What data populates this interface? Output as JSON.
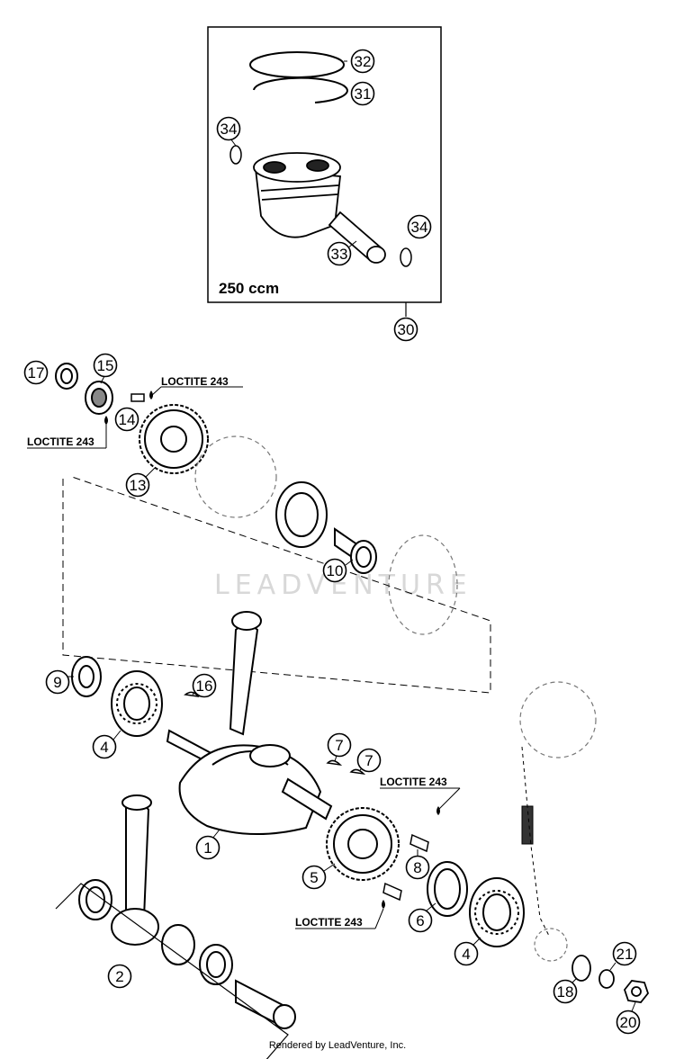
{
  "piston_box": {
    "label": "250 ccm",
    "callout": "30"
  },
  "watermark": "LEADVENTURE",
  "footer": "Rendered by LeadVenture, Inc.",
  "loctite": [
    "LOCTITE 243",
    "LOCTITE 243",
    "LOCTITE 243",
    "LOCTITE 243"
  ],
  "callouts": [
    "32",
    "31",
    "34",
    "33",
    "34",
    "17",
    "15",
    "14",
    "13",
    "10",
    "9",
    "4",
    "16",
    "1",
    "7",
    "7",
    "5",
    "8",
    "2",
    "6",
    "4",
    "18",
    "21",
    "20"
  ]
}
